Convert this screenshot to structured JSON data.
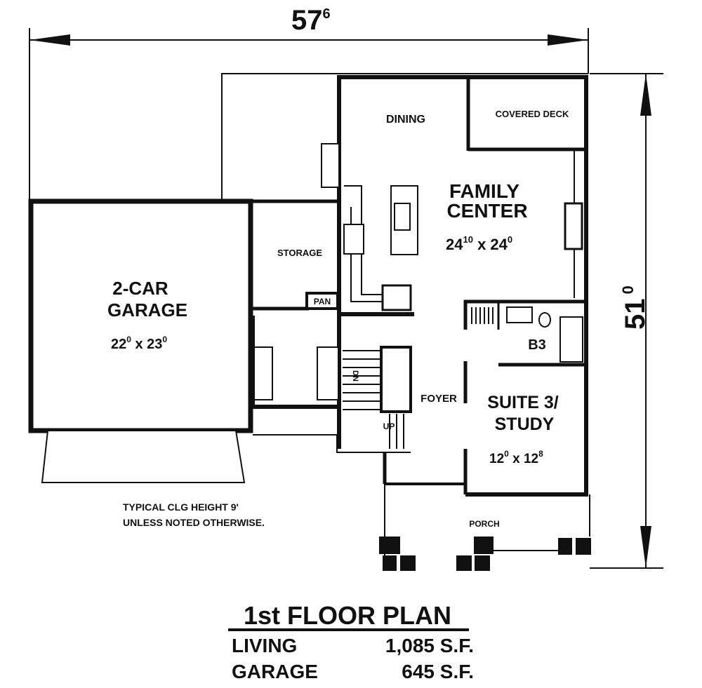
{
  "dimensions": {
    "width_main": "57",
    "width_sup": "6",
    "depth_main": "51",
    "depth_sup": "0"
  },
  "rooms": {
    "dining": "DINING",
    "covered_deck": "COVERED DECK",
    "family_line1": "FAMILY",
    "family_line2": "CENTER",
    "family_size_a": "24",
    "family_size_a_sup": "10",
    "family_size_x": " x 24",
    "family_size_b_sup": "0",
    "storage": "STORAGE",
    "pantry": "PAN",
    "garage_line1": "2-CAR",
    "garage_line2": "GARAGE",
    "garage_size_a": "22",
    "garage_size_a_sup": "0",
    "garage_size_x": " x 23",
    "garage_size_b_sup": "0",
    "bath": "B3",
    "foyer": "FOYER",
    "stair_down": "DN",
    "stair_up": "UP",
    "suite_line1": "SUITE 3/",
    "suite_line2": "STUDY",
    "suite_size_a": "12",
    "suite_size_a_sup": "0",
    "suite_size_x": " x 12",
    "suite_size_b_sup": "8",
    "porch": "PORCH"
  },
  "note": {
    "line1": "TYPICAL CLG HEIGHT 9'",
    "line2": "UNLESS NOTED OTHERWISE."
  },
  "summary": {
    "title": "1st FLOOR PLAN",
    "rows": [
      {
        "label": "LIVING",
        "value": "1,085 S.F."
      },
      {
        "label": "GARAGE",
        "value": "645 S.F."
      }
    ]
  }
}
